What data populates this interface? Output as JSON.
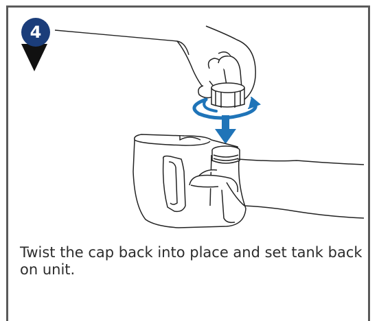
{
  "step": {
    "number": "4",
    "badge_color": "#1b3d7a",
    "arrow_color": "#111111"
  },
  "illustration": {
    "subject": "hand twisting cap onto water tank",
    "accent_color": "#1f74b8",
    "rotate_arrow_icon": "rotate-clockwise-arrow",
    "down_arrow_icon": "down-arrow"
  },
  "caption": {
    "text": "Twist the cap back into place and set tank back on unit."
  }
}
